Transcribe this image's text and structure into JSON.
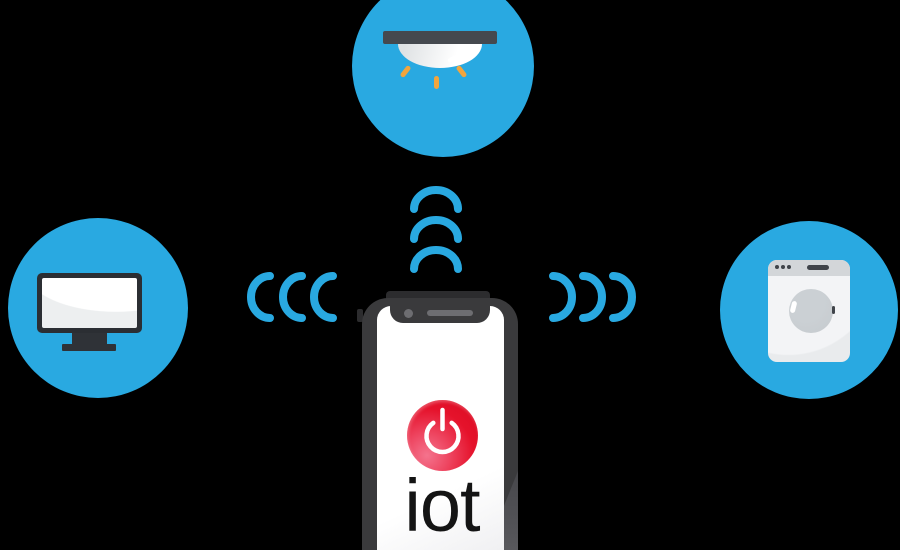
{
  "title": "IoT smart-device connectivity illustration",
  "illustration": {
    "phone": {
      "label": "iot",
      "screen_icon": "power-icon",
      "notch_parts": [
        "camera-icon",
        "speaker-grille"
      ]
    },
    "devices": [
      {
        "id": "ceiling-light",
        "position": "top",
        "icon": "ceiling-light-icon"
      },
      {
        "id": "computer-monitor",
        "position": "left",
        "icon": "monitor-icon"
      },
      {
        "id": "washing-machine",
        "position": "right",
        "icon": "washing-machine-icon"
      }
    ],
    "signal_wave_groups": [
      {
        "direction": "up",
        "arc_count": 3
      },
      {
        "direction": "left",
        "arc_count": 3
      },
      {
        "direction": "right",
        "arc_count": 3
      }
    ]
  },
  "colors": {
    "background": "#000000",
    "device_blue": "#29a9e1",
    "wave_blue": "#29a9e1",
    "phone_body": "#3a3a3c",
    "phone_trim": "#2c2c2e",
    "phone_highlight": "#58585c",
    "screen_white": "#ffffff",
    "screen_shade": "#f0f0f2",
    "camera_gray": "#6d6d71",
    "power_red": "#e5122b",
    "power_red_deep": "#d90b22",
    "power_pink": "#f4738d",
    "power_glyph": "#ffffff",
    "label_black": "#141414",
    "ray_orange": "#f2a53d",
    "light_bar_gray": "#45494f",
    "dome_white": "#ffffff",
    "dome_shade": "#dfe2e4",
    "monitor_frame": "#2b2e33",
    "monitor_stand": "#2f3237",
    "monitor_screen_shade": "#edeff0",
    "washer_body": "#f3f4f6",
    "washer_body_shade": "#e9ebed",
    "washer_panel": "#d3d6d9",
    "washer_detail": "#40444a",
    "washer_door": "#cbd0d4",
    "washer_door_deep": "#c5cace"
  }
}
